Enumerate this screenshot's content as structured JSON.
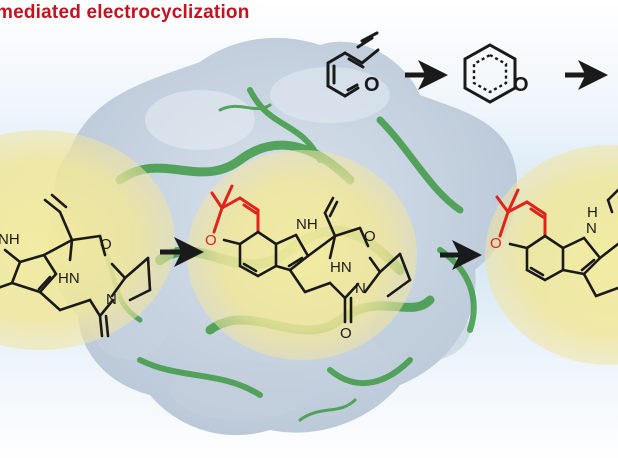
{
  "header": {
    "title": "mediated electrocyclization",
    "title_color": "#c4121f"
  },
  "colors": {
    "background_top": "#ffffff",
    "background_mid": "#cfe3f1",
    "enzyme_surface": "#c7d3e0",
    "enzyme_ribbon": "#3f9a45",
    "highlight_glow": "#f1ea9a",
    "bond": "#1a1a1a",
    "new_ring": "#e0241b",
    "arrow": "#1a1a1a"
  },
  "scheme": {
    "reaction_step_1": {
      "reactant_heteroatom": "O",
      "ts_heteroatom": "O",
      "arrow_icon": "right-arrow-icon"
    },
    "molecule_left": {
      "labels": {
        "nh_indole": "NH",
        "nh_amide": "HN",
        "carbonyl_o": "O",
        "amine_n": "N"
      }
    },
    "molecule_center": {
      "labels": {
        "ring_o": "O",
        "nh_indole": "NH",
        "nh_amide": "HN",
        "carbonyl_o_top": "O",
        "amine_n": "N",
        "carbonyl_o_bottom": "O"
      }
    },
    "molecule_right": {
      "labels": {
        "ring_o": "O",
        "nh_indole": "H",
        "n_indole": "N"
      }
    }
  }
}
